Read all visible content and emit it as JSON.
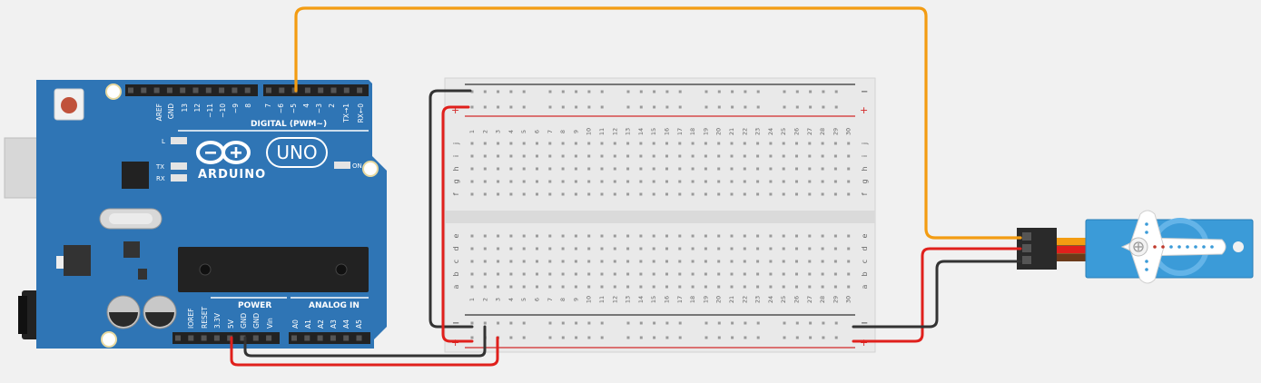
{
  "arduino": {
    "brand": "ARDUINO",
    "model": "UNO",
    "header_digital_label": "DIGITAL (PWM~)",
    "digital_pins": [
      "AREF",
      "GND",
      "13",
      "12",
      "~11",
      "~10",
      "~9",
      "8",
      "7",
      "~6",
      "~5",
      "4",
      "~3",
      "2",
      "TX→1",
      "RX←0"
    ],
    "power_header_label": "POWER",
    "analog_header_label": "ANALOG IN",
    "power_pins": [
      "IOREF",
      "RESET",
      "3.3V",
      "5V",
      "GND",
      "GND",
      "Vin"
    ],
    "analog_pins": [
      "A0",
      "A1",
      "A2",
      "A3",
      "A4",
      "A5"
    ],
    "led_labels": [
      "L",
      "TX",
      "RX"
    ],
    "on_label": "ON"
  },
  "breadboard": {
    "rail_minus": "−",
    "rail_plus": "+",
    "row_letters_top": [
      "j",
      "i",
      "h",
      "g",
      "f"
    ],
    "row_letters_bottom": [
      "e",
      "d",
      "c",
      "b",
      "a"
    ],
    "column_count": 30
  },
  "wires": {
    "signal_color": "#f39c12",
    "power_color": "#e0201c",
    "ground_color": "#333333"
  },
  "colors": {
    "arduino_board": "#2f75b5",
    "arduino_dark": "#1f5d96",
    "servo_body": "#3b9bd8",
    "canvas_bg": "#f1f1f1"
  }
}
